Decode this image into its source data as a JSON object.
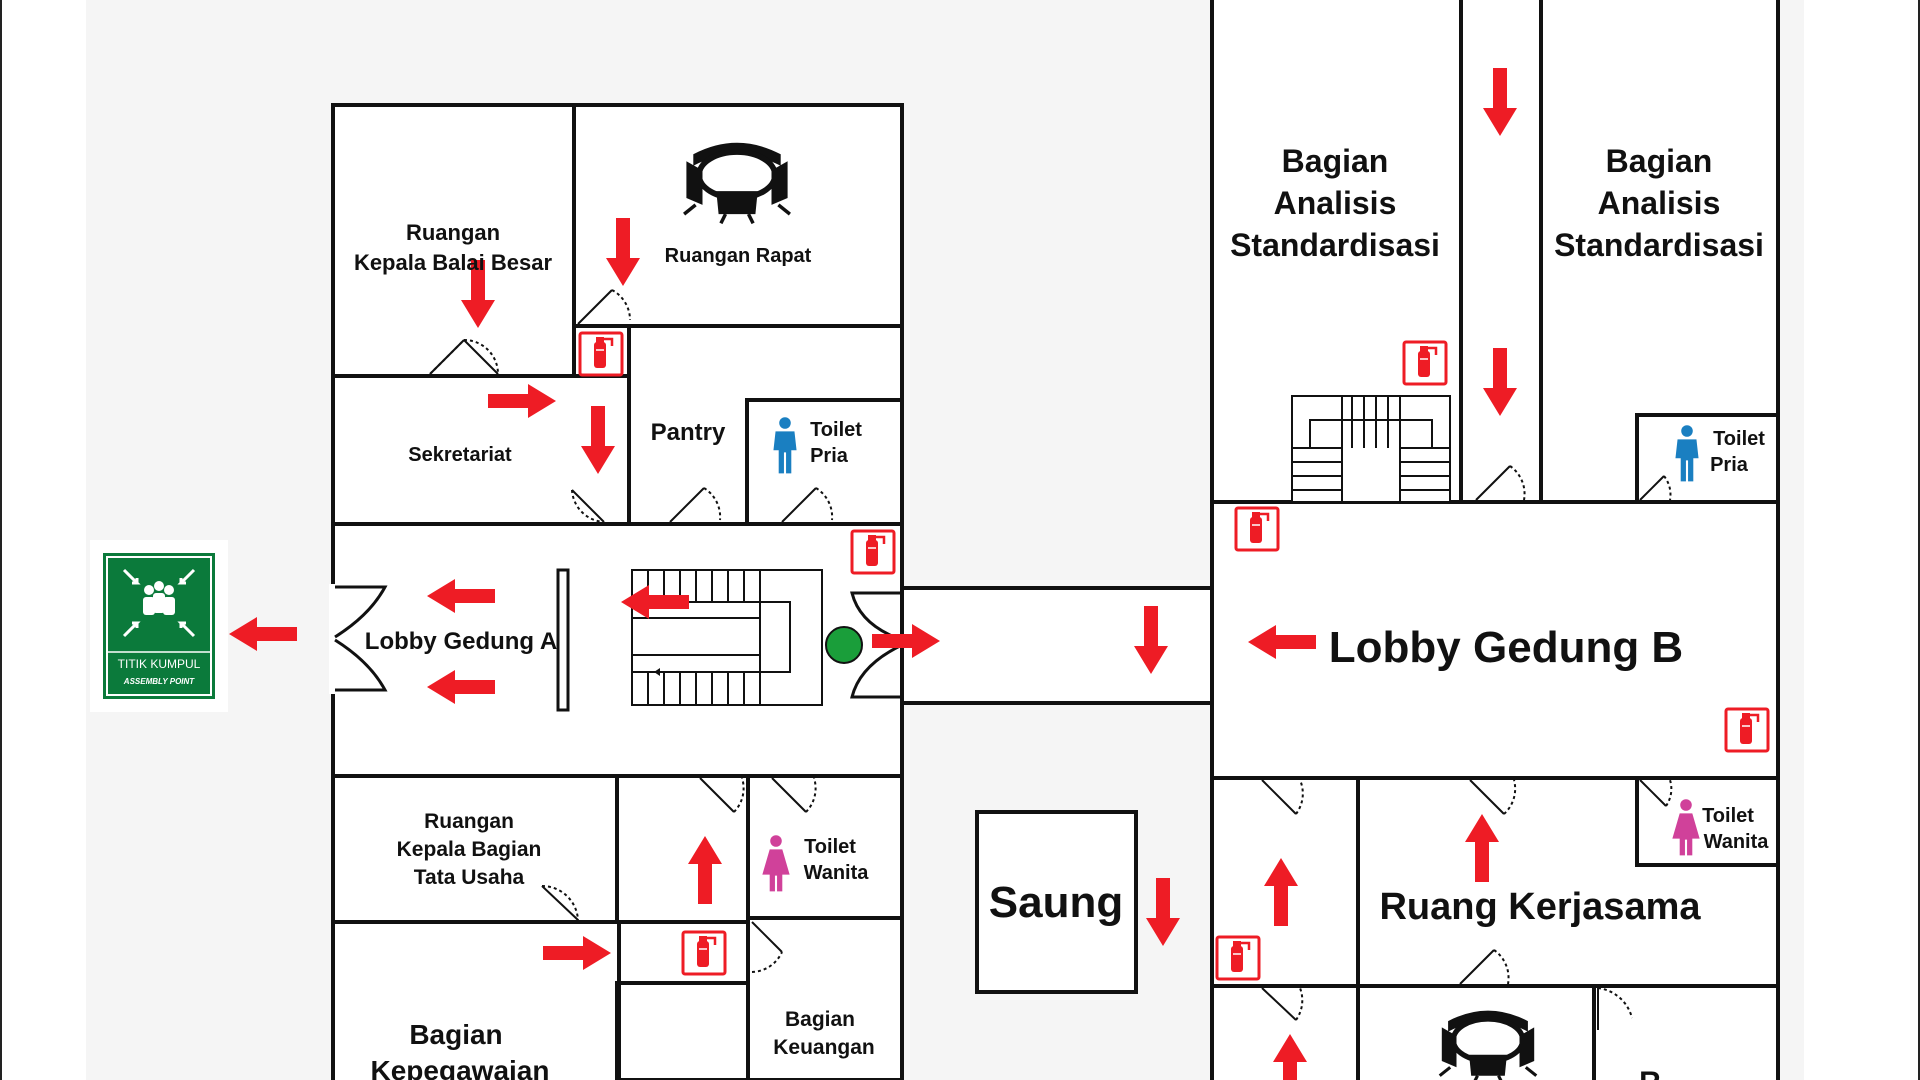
{
  "rooms": {
    "kepala_balai": [
      "Ruangan",
      "Kepala Balai Besar"
    ],
    "rapat": "Ruangan Rapat",
    "sekretariat": "Sekretariat",
    "pantry": "Pantry",
    "toilet_pria_a": [
      "Toilet",
      "Pria"
    ],
    "lobby_a": "Lobby Gedung A",
    "kepala_bagian": [
      "Ruangan",
      "Kepala Bagian",
      "Tata Usaha"
    ],
    "toilet_wanita_a": [
      "Toilet",
      "Wanita"
    ],
    "kepegawaian": [
      "Bagian",
      "Kepegawaian"
    ],
    "keuangan": [
      "Bagian",
      "Keuangan"
    ],
    "saung": "Saung",
    "analisis_1": [
      "Bagian",
      "Analisis",
      "Standardisasi"
    ],
    "analisis_2": [
      "Bagian",
      "Analisis",
      "Standardisasi"
    ],
    "toilet_pria_b": [
      "Toilet",
      "Pria"
    ],
    "lobby_b": "Lobby Gedung B",
    "toilet_wanita_b": [
      "Toilet",
      "Wanita"
    ],
    "kerjasama": "Ruang Kerjasama",
    "partial_bottom_right": "R"
  },
  "assembly_point": {
    "title": "TITIK KUMPUL",
    "subtitle": "ASSEMBLY POINT"
  },
  "colors": {
    "arrow": "#ee1c25",
    "wall": "#111111",
    "assembly_green": "#0b7a3b",
    "toilet_male": "#1a7fc1",
    "toilet_female": "#d0419a",
    "you_are_here": "#1a9e3a",
    "background_panel": "#f5f5f5"
  },
  "icons": [
    "fire-extinguisher-icon",
    "meeting-table-icon",
    "male-toilet-icon",
    "female-toilet-icon",
    "assembly-point-icon",
    "evacuation-arrow-icon",
    "you-are-here-marker",
    "stairs-icon"
  ]
}
